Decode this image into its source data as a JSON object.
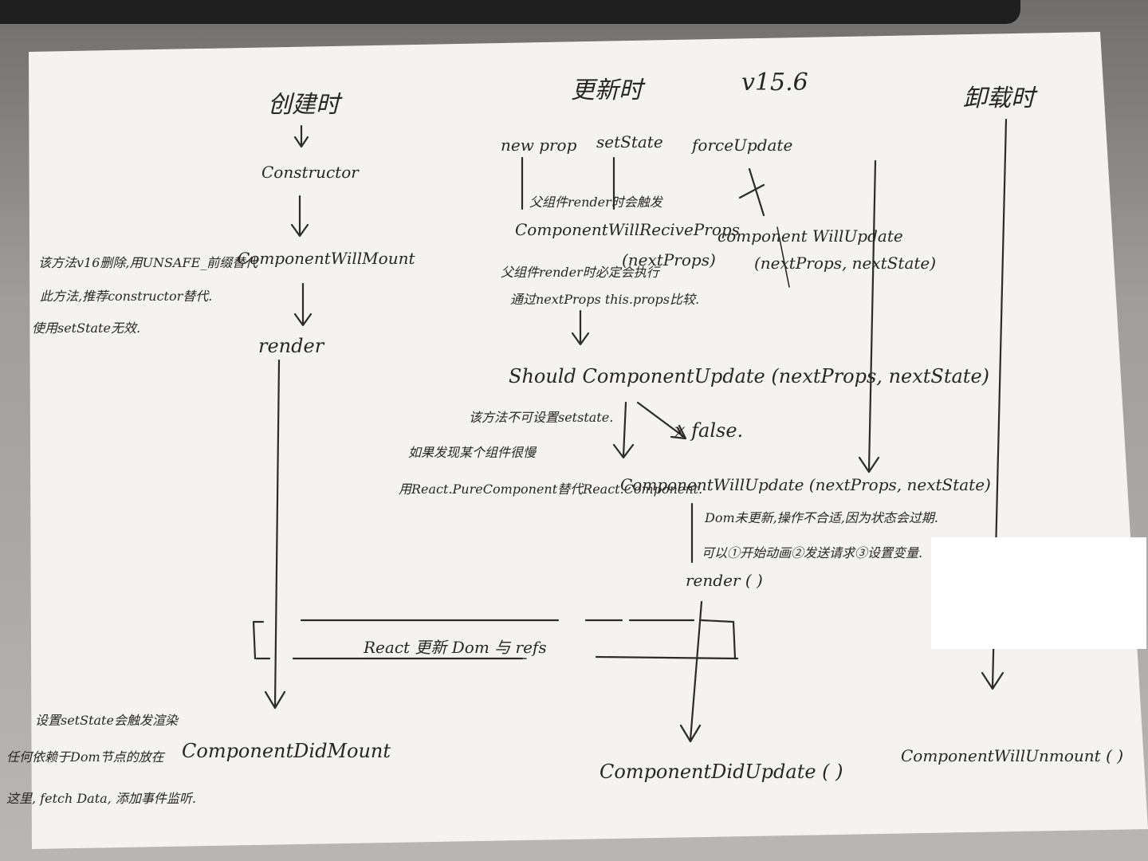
{
  "version": "v15.6",
  "sections": {
    "create": "创建时",
    "update": "更新时",
    "unmount": "卸载时"
  },
  "create": {
    "constructor": "Constructor",
    "will_mount": "ComponentWillMount",
    "render": "render",
    "did_mount": "ComponentDidMount",
    "note_will_mount": [
      "该方法v16删除,用UNSAFE_前缀替代",
      "此方法,推荐constructor替代.",
      "使用setState无效."
    ],
    "note_did_mount": [
      "设置setState会触发渲染",
      "任何依赖于Dom节点的放在",
      "这里, fetch Data, 添加事件监听."
    ]
  },
  "update": {
    "triggers": [
      "new prop",
      "setState",
      "forceUpdate"
    ],
    "parent_note": "父组件render时会触发",
    "will_receive_props": "ComponentWillReciveProps",
    "will_receive_props_args": "(nextProps)",
    "note_receive": [
      "父组件render时必定会执行",
      "通过nextProps this.props比较."
    ],
    "will_update_top": "component WillUpdate",
    "will_update_top_args": "(nextProps, nextState)",
    "should_update": "Should ComponentUpdate (nextProps, nextState)",
    "note_should": [
      "该方法不可设置setstate.",
      "如果发现某个组件很慢",
      "用React.PureComponent替代React.Component."
    ],
    "false_label": "x false.",
    "will_update": "ComponentWillUpdate (nextProps, nextState)",
    "note_will_update": [
      "Dom未更新,操作不合适,因为状态会过期.",
      "可以①开始动画②发送请求③设置变量."
    ],
    "render": "render ( )",
    "did_update": "ComponentDidUpdate ( )"
  },
  "refs_bar": "React 更新 Dom 与 refs",
  "unmount": {
    "will_unmount": "ComponentWillUnmount ( )"
  }
}
